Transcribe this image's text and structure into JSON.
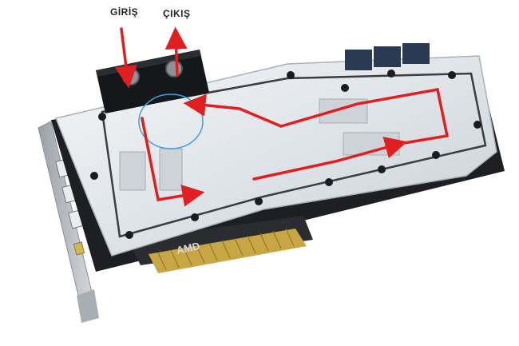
{
  "labels": {
    "inlet": "GİRİŞ",
    "outlet": "ÇIKIŞ"
  },
  "chip_brand": "AMD",
  "colors": {
    "flow_arrow": "#e02020",
    "highlight_circle": "#3aa0e0",
    "acrylic": "#e8ecef",
    "pcb": "#1d1f22",
    "terminal": "#15171a",
    "gold_contacts": "#c9a645",
    "bracket": "#b9bdc2",
    "o_ring": "#3a3d42"
  },
  "icons": {
    "port": "circle-port-icon",
    "screw": "screw-icon",
    "arrow": "flow-arrow-icon"
  }
}
